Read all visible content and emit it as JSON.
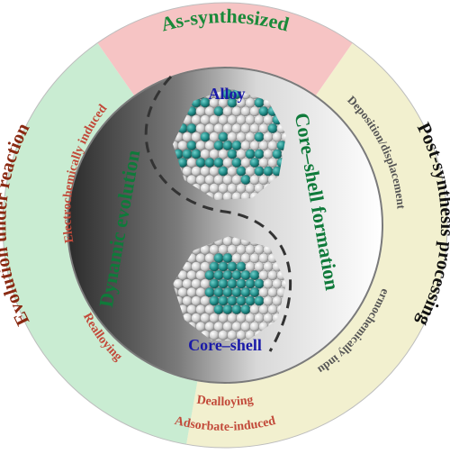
{
  "diagram": {
    "top_label": "As-synthesized",
    "left_label": "Evolution under reaction",
    "right_label": "Post-synthesis processing",
    "left_sub_1": "Electrochemically induced",
    "left_sub_2": "Realloying",
    "bottom_sub_1": "Dealloying",
    "bottom_sub_2": "Adsorbate-induced",
    "right_sub_1": "Deposition/displacement",
    "right_sub_2": "Thermochemically induced",
    "inner_left": "Dynamic evolution",
    "inner_right": "Core–shell formation",
    "alloy_label": "Alloy",
    "coreshell_label": "Core–shell"
  },
  "colors": {
    "top_sector": "#f6c4c4",
    "left_sector": "#c9ecd2",
    "right_sector": "#f2f0cf",
    "top_label": "#1a8a3a",
    "left_label": "#8a2a12",
    "right_label": "#111111",
    "left_sub": "#c24a3a",
    "right_sub": "#555555",
    "inner_green": "#0f7a3a",
    "particle_blue": "#1a1aa8",
    "teal_atom": "#1f8a86",
    "silver_atom": "#d9d9d9"
  }
}
